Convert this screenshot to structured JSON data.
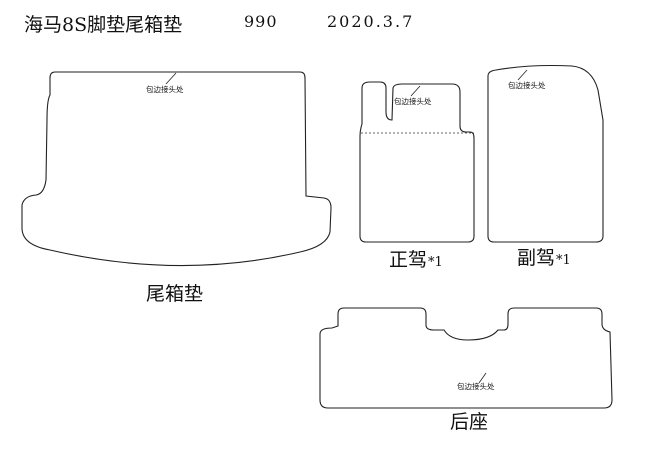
{
  "header": {
    "title": "海马8S脚垫尾箱垫",
    "code": "990",
    "date": "2020.3.7"
  },
  "pieces": {
    "trunk": {
      "label": "尾箱垫",
      "note": "包边接头处"
    },
    "driver": {
      "label": "正驾",
      "qty": "*1",
      "note": "包边接头处"
    },
    "passenger": {
      "label": "副驾",
      "qty": "*1",
      "note": "包边接头处"
    },
    "rear": {
      "label": "后座",
      "note": "包边接头处"
    }
  }
}
